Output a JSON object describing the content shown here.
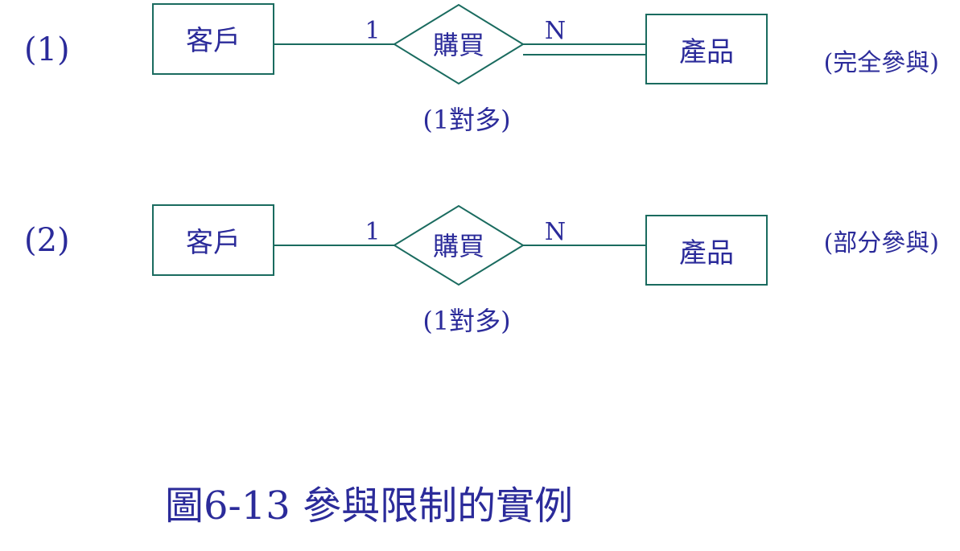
{
  "diagrams": [
    {
      "number": "(1)",
      "entity_left": "客戶",
      "relationship": "購買",
      "entity_right": "產品",
      "card_left": "1",
      "card_right": "N",
      "ratio": "(1對多)",
      "participation": "(完全參與)"
    },
    {
      "number": "(2)",
      "entity_left": "客戶",
      "relationship": "購買",
      "entity_right": "產品",
      "card_left": "1",
      "card_right": "N",
      "ratio": "(1對多)",
      "participation": "(部分參與)"
    }
  ],
  "caption": "圖6-13 參與限制的實例",
  "colors": {
    "line": "#1a6b5f",
    "text": "#2b2b9a"
  }
}
